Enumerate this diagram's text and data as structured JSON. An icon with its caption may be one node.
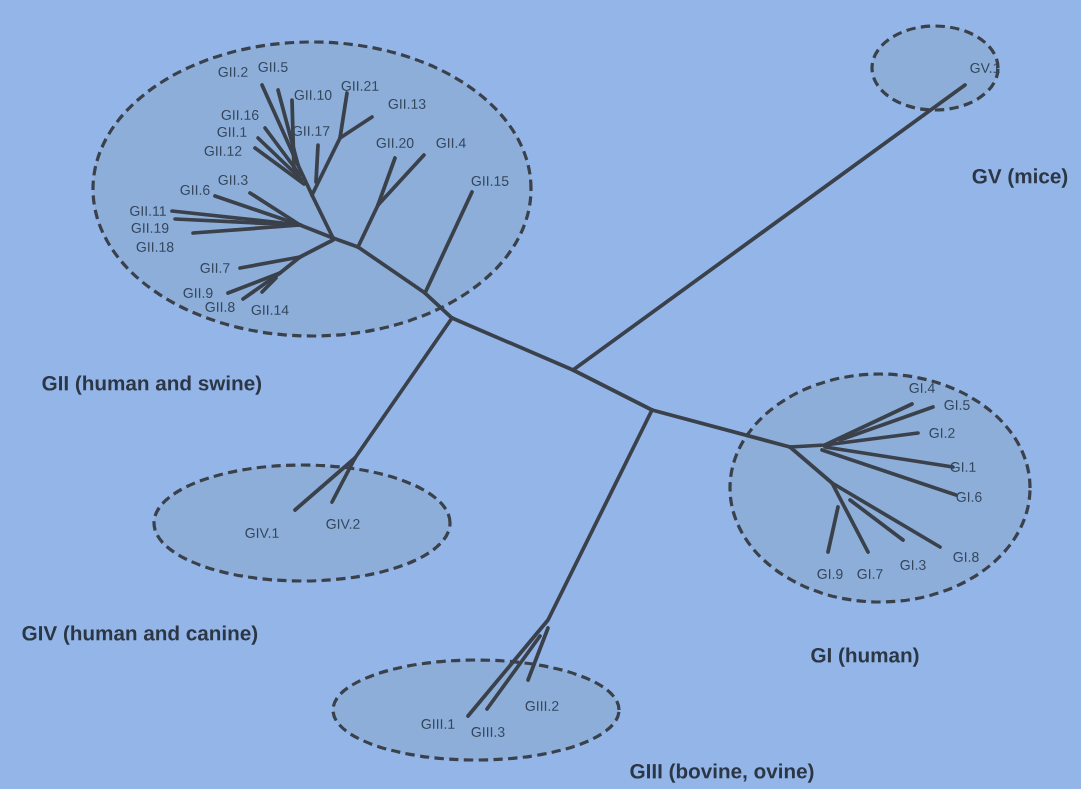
{
  "diagram": {
    "nodes": [
      {
        "text": [
          "GII  (human and swine)",
          "GII.2",
          "GII.5",
          "GII.10",
          "GII.21",
          "GII.13",
          "GII.16",
          "GII.17",
          "GII.1",
          "GII.12",
          "GII.20",
          "GII.4",
          "GII.6",
          "GII.3",
          "GII.15",
          "GII.11",
          "GII.19",
          "GII.18",
          "GII.7",
          "GII.9",
          "GII.14",
          "GII.8"
        ]
      },
      {
        "text": [
          "GV.1",
          "GV (mice)"
        ]
      },
      {
        "text": [
          "GI (human)",
          "GI.4",
          "GI.5",
          "GI.2",
          "GI.1",
          "GI.6",
          "GI.9",
          "GI.7",
          "GI.3",
          "GI.8"
        ]
      },
      {
        "text": [
          "GIV  (human and canine)",
          "GIV.2",
          "GIV.1"
        ]
      },
      {
        "text": [
          "GIII  (bovine, ovine)",
          "GIII.2",
          "GIII.1",
          "GIII.3"
        ]
      }
    ]
  }
}
